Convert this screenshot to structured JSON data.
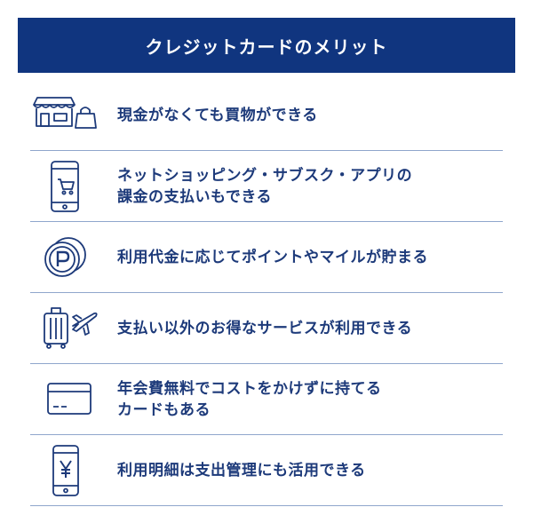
{
  "header": {
    "title": "クレジットカードのメリット"
  },
  "items": [
    {
      "icon": "shop-and-bag-icon",
      "lines": [
        "現金がなくても買物ができる"
      ]
    },
    {
      "icon": "smartphone-cart-icon",
      "lines": [
        "ネットショッピング・サブスク・アプリの",
        "課金の支払いもできる"
      ]
    },
    {
      "icon": "point-coin-icon",
      "lines": [
        "利用代金に応じてポイントやマイルが貯まる"
      ]
    },
    {
      "icon": "suitcase-airplane-icon",
      "lines": [
        "支払い以外のお得なサービスが利用できる"
      ]
    },
    {
      "icon": "credit-card-icon",
      "lines": [
        "年会費無料でコストをかけずに持てる",
        "カードもある"
      ]
    },
    {
      "icon": "smartphone-yen-icon",
      "lines": [
        "利用明細は支出管理にも活用できる"
      ]
    }
  ],
  "colors": {
    "header_bg": "#10357f",
    "text": "#1d3a7a",
    "divider": "#8fa6cc"
  }
}
